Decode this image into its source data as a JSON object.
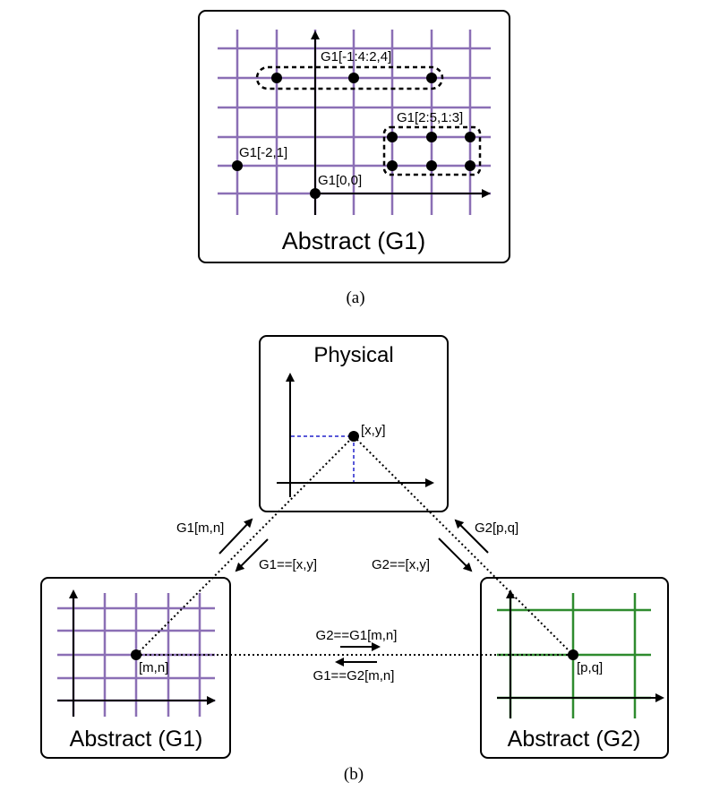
{
  "colors": {
    "g1_grid": "#8b6fb5",
    "g2_grid": "#2e8b2e",
    "projection_lines": "#2222cc",
    "ink": "#000000"
  },
  "panel_a": {
    "caption": "(a)",
    "box_title": "Abstract (G1)",
    "labels": {
      "range_row": "G1[-1:4:2,4]",
      "range_block": "G1[2:5,1:3]",
      "point_neg": "G1[-2,1]",
      "origin": "G1[0,0]"
    }
  },
  "panel_b": {
    "caption": "(b)",
    "physical": {
      "title": "Physical",
      "point_label": "[x,y]"
    },
    "g1": {
      "title": "Abstract (G1)",
      "point_label": "[m,n]"
    },
    "g2": {
      "title": "Abstract (G2)",
      "point_label": "[p,q]"
    },
    "conversions": {
      "g1_to_physical": "G1[m,n]",
      "physical_to_g1": "G1==[x,y]",
      "physical_to_g2": "G2==[x,y]",
      "g2_to_physical": "G2[p,q]",
      "g1_to_g2": "G2==G1[m,n]",
      "g2_to_g1": "G1==G2[m,n]"
    }
  }
}
